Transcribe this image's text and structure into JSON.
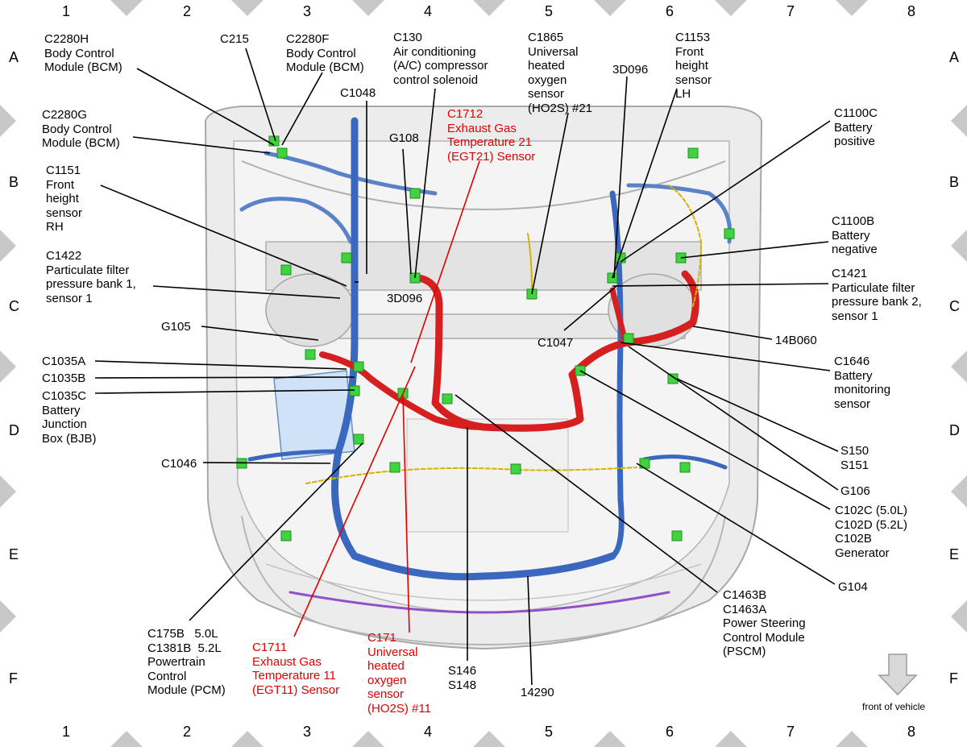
{
  "grid": {
    "columns": [
      "1",
      "2",
      "3",
      "4",
      "5",
      "6",
      "7",
      "8"
    ],
    "rows": [
      "A",
      "B",
      "C",
      "D",
      "E",
      "F"
    ]
  },
  "front_label": "front of vehicle",
  "callouts": [
    {
      "id": "c2280h",
      "text": "C2280H\nBody Control\nModule (BCM)",
      "color": "black"
    },
    {
      "id": "c215",
      "text": "C215",
      "color": "black"
    },
    {
      "id": "c2280f",
      "text": "C2280F\nBody Control\nModule (BCM)",
      "color": "black"
    },
    {
      "id": "c130",
      "text": "C130\nAir conditioning\n(A/C) compressor\ncontrol solenoid",
      "color": "black"
    },
    {
      "id": "c1865",
      "text": "C1865\nUniversal\nheated\noxygen\nsensor\n(HO2S) #21",
      "color": "black"
    },
    {
      "id": "c1153",
      "text": "C1153\nFront\nheight\nsensor\nLH",
      "color": "black"
    },
    {
      "id": "c1048",
      "text": "C1048",
      "color": "black"
    },
    {
      "id": "c1712",
      "text": "C1712\nExhaust Gas\nTemperature 21\n(EGT21) Sensor",
      "color": "red"
    },
    {
      "id": "3d096a",
      "text": "3D096",
      "color": "black"
    },
    {
      "id": "c2280g",
      "text": "C2280G\nBody Control\nModule (BCM)",
      "color": "black"
    },
    {
      "id": "g108",
      "text": "G108",
      "color": "black"
    },
    {
      "id": "c1100c",
      "text": "C1100C\nBattery\npositive",
      "color": "black"
    },
    {
      "id": "c1151",
      "text": "C1151\nFront\nheight\nsensor\nRH",
      "color": "black"
    },
    {
      "id": "c1100b",
      "text": "C1100B\nBattery\nnegative",
      "color": "black"
    },
    {
      "id": "c1422",
      "text": "C1422\nParticulate filter\npressure bank 1,\nsensor 1",
      "color": "black"
    },
    {
      "id": "c1421",
      "text": "C1421\nParticulate filter\npressure bank 2,\nsensor 1",
      "color": "black"
    },
    {
      "id": "3d096b",
      "text": "3D096",
      "color": "black"
    },
    {
      "id": "g105",
      "text": "G105",
      "color": "black"
    },
    {
      "id": "c1047",
      "text": "C1047",
      "color": "black"
    },
    {
      "id": "14b060",
      "text": "14B060",
      "color": "black"
    },
    {
      "id": "c1035a",
      "text": "C1035A",
      "color": "black"
    },
    {
      "id": "c1646",
      "text": "C1646\nBattery\nmonitoring\nsensor",
      "color": "black"
    },
    {
      "id": "c1035b",
      "text": "C1035B",
      "color": "black"
    },
    {
      "id": "c1035c",
      "text": "C1035C\nBattery\nJunction\nBox (BJB)",
      "color": "black"
    },
    {
      "id": "s150",
      "text": "S150\nS151",
      "color": "black"
    },
    {
      "id": "c1046",
      "text": "C1046",
      "color": "black"
    },
    {
      "id": "g106",
      "text": "G106",
      "color": "black"
    },
    {
      "id": "c102c",
      "text": "C102C (5.0L)\nC102D (5.2L)\nC102B\nGenerator",
      "color": "black"
    },
    {
      "id": "g104",
      "text": "G104",
      "color": "black"
    },
    {
      "id": "c1463",
      "text": "C1463B\nC1463A\nPower Steering\nControl Module\n(PSCM)",
      "color": "black"
    },
    {
      "id": "c175b",
      "text": "C175B   5.0L\nC1381B  5.2L\nPowertrain\nControl\nModule (PCM)",
      "color": "black"
    },
    {
      "id": "c1711",
      "text": "C1711\nExhaust Gas\nTemperature 11\n(EGT11) Sensor",
      "color": "red"
    },
    {
      "id": "c171",
      "text": "C171\nUniversal\nheated\noxygen\nsensor\n(HO2S) #11",
      "color": "red"
    },
    {
      "id": "s146",
      "text": "S146\nS148",
      "color": "black"
    },
    {
      "id": "14290",
      "text": "14290",
      "color": "black"
    }
  ]
}
